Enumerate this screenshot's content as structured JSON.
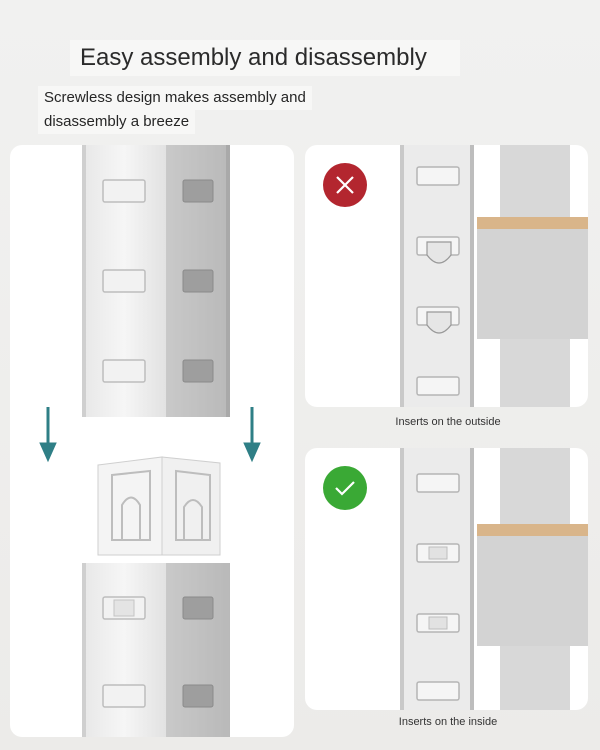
{
  "heading": {
    "title": "Easy assembly and disassembly",
    "subtitle_line1": "Screwless design makes assembly and",
    "subtitle_line2": "disassembly a breeze"
  },
  "comparison": {
    "wrong": {
      "caption": "Inserts on the outside",
      "icon": "cross-icon",
      "color": "#b3262f"
    },
    "right": {
      "caption": "Inserts on the inside",
      "icon": "check-icon",
      "color": "#3aa935"
    }
  },
  "colors": {
    "arrow": "#2f7f86",
    "shelf_board": "#d9b58a",
    "steel": "#dcdcdc"
  }
}
